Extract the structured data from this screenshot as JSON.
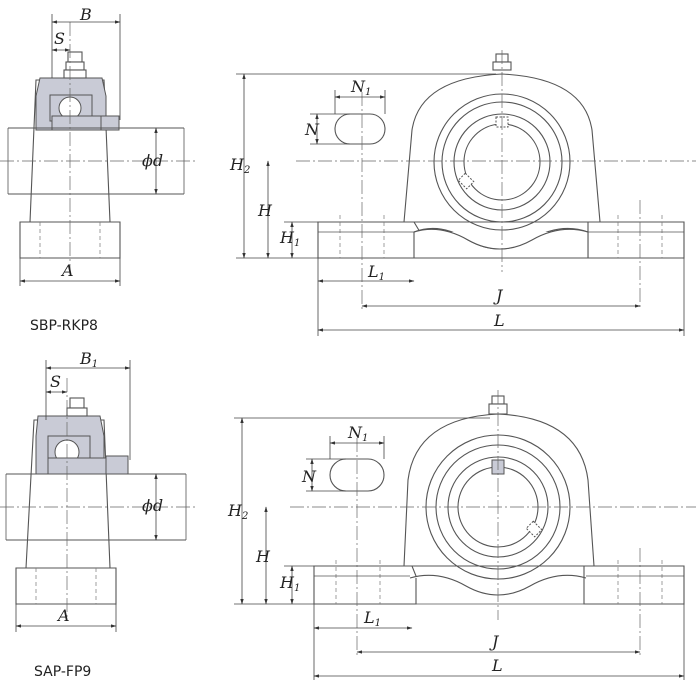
{
  "drawings": [
    {
      "caption": "SBP-RKP8",
      "side_labels": {
        "B": "B",
        "S": "S",
        "d": "ϕd",
        "A": "A"
      },
      "front_labels": {
        "N1": "N",
        "N1_sub": "1",
        "N": "N",
        "H2": "H",
        "H2_sub": "2",
        "H": "H",
        "H1": "H",
        "H1_sub": "1",
        "L1": "L",
        "L1_sub": "1",
        "J": "J",
        "L": "L"
      }
    },
    {
      "caption": "SAP-FP9",
      "side_labels": {
        "B": "B",
        "B_sub": "1",
        "S": "S",
        "d": "ϕd",
        "A": "A"
      },
      "front_labels": {
        "N1": "N",
        "N1_sub": "1",
        "N": "N",
        "H2": "H",
        "H2_sub": "2",
        "H": "H",
        "H1": "H",
        "H1_sub": "1",
        "L1": "L",
        "L1_sub": "1",
        "J": "J",
        "L": "L"
      }
    }
  ]
}
